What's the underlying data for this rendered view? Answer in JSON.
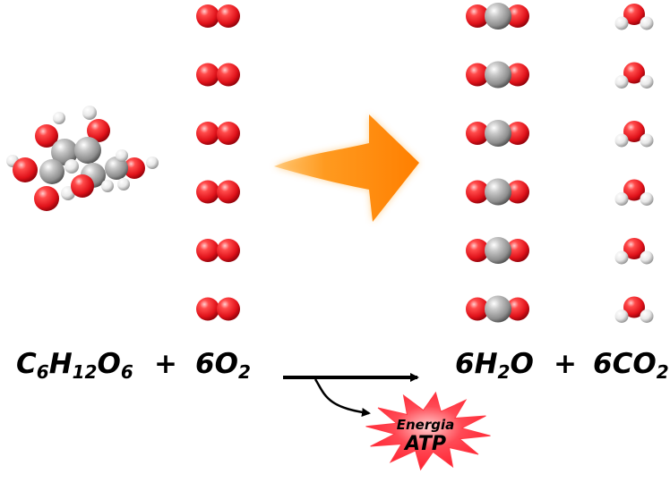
{
  "equation": {
    "glucose": {
      "c": "C",
      "c_n": "6",
      "h": "H",
      "h_n": "12",
      "o": "O",
      "o_n": "6"
    },
    "plus1": "+",
    "oxygen": {
      "coef": "6",
      "o": "O",
      "o_n": "2"
    },
    "water": {
      "coef": "6",
      "h": "H",
      "h_n": "2",
      "o": "O"
    },
    "plus2": "+",
    "co2": {
      "coef": "6",
      "co": "CO",
      "o_n": "2"
    }
  },
  "energy_badge": {
    "line1": "Energia",
    "line2": "ATP"
  },
  "colors": {
    "oxygen_atom": "#e8141c",
    "carbon_atom": "#9a9a9a",
    "hydrogen_atom": "#f0f0f0",
    "big_arrow": "#ff8c0a",
    "badge": "#ff2a36"
  },
  "molecule_counts": {
    "o2": 6,
    "co2": 6,
    "h2o": 6
  }
}
